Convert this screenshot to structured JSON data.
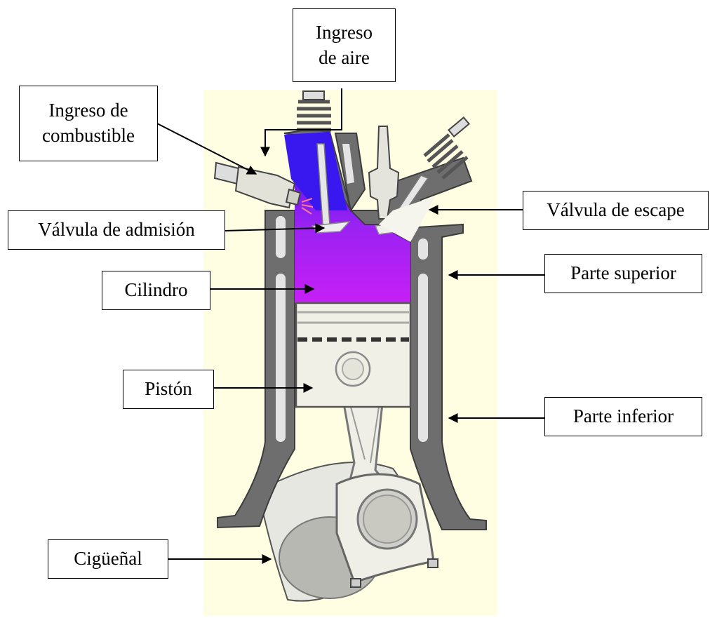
{
  "labels": {
    "air_intake": "Ingreso\nde aire",
    "fuel_intake": "Ingreso de\ncombustible",
    "intake_valve": "Válvula de admisión",
    "exhaust_valve": "Válvula de escape",
    "cylinder": "Cilindro",
    "upper_part": "Parte superior",
    "piston": "Pistón",
    "lower_part": "Parte inferior",
    "crankshaft": "Cigüeñal"
  },
  "colors": {
    "background_panel": "#fffde2",
    "engine_block": "#6e6e6e",
    "engine_block_light": "#d9d9d9",
    "combustion_top": "#3a16f0",
    "combustion_bottom": "#c81ef8",
    "piston": "#efefe6",
    "crank": "#e8e8e2"
  }
}
